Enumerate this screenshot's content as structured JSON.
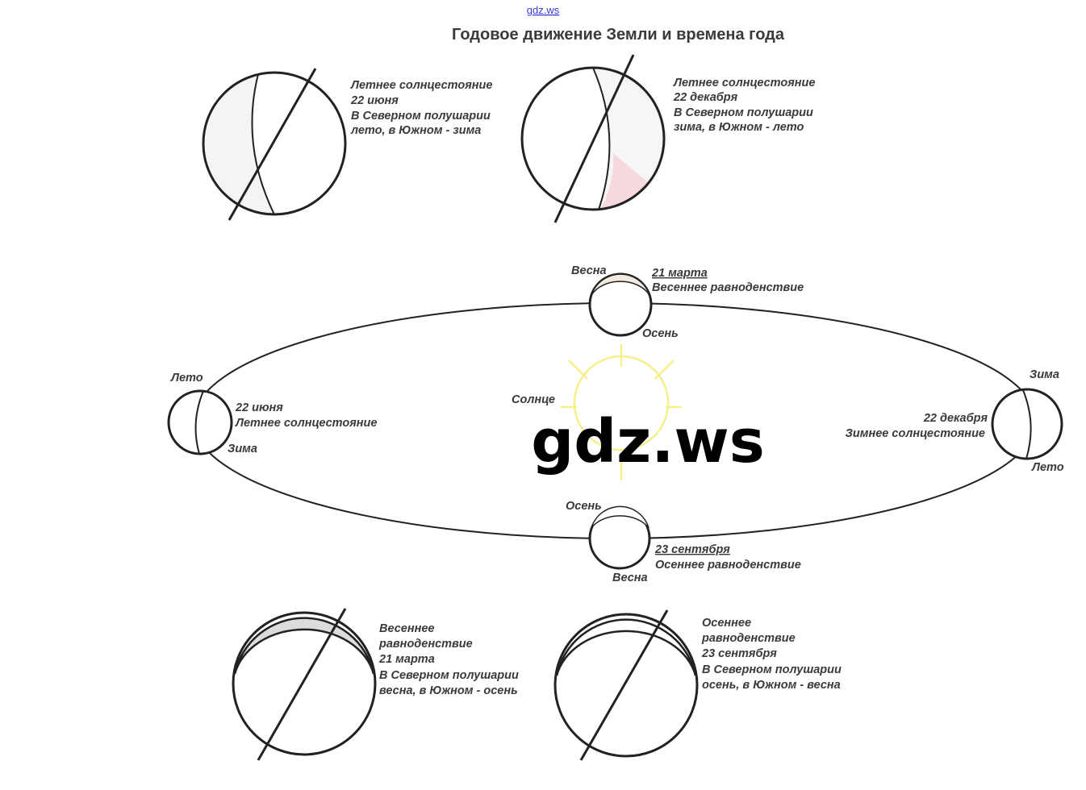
{
  "watermark_top": "gdz.ws",
  "title": "Годовое движение Земли и времена года",
  "top_left": [
    "Летнее солнцестояние",
    "22 июня",
    "В Северном полушарии",
    "лето, в Южном - зима"
  ],
  "top_right": [
    "Летнее солнцестояние",
    "22 декабря",
    "В Северном полушарии",
    "зима, в Южном - лето"
  ],
  "orbit": {
    "top": {
      "season_top": "Весна",
      "date": "21 марта",
      "name": "Весеннее равноденствие",
      "season_bottom": "Осень"
    },
    "left": {
      "season_top": "Лето",
      "date": "22 июня",
      "name": "Летнее солнцестояние",
      "season_bottom": "Зима"
    },
    "right": {
      "season_top": "Зима",
      "date": "22 декабря",
      "name": "Зимнее солнцестояние",
      "season_bottom": "Лето"
    },
    "bottom": {
      "season_top": "Осень",
      "date": "23 сентября",
      "name": "Осеннее равноденствие",
      "season_bottom": "Весна"
    },
    "sun": "Солнце"
  },
  "bottom_left": [
    "Весеннее",
    "равноденствие",
    "21 марта",
    "В Северном полушарии",
    "весна, в Южном - осень"
  ],
  "bottom_right": [
    "Осеннее",
    "равноденствие",
    "23 сентября",
    "В Северном полушарии",
    "осень, в Южном - весна"
  ],
  "watermark_center": "gdz.ws",
  "colors": {
    "sun": "#f5f08a",
    "highlight": "#f6d9dc",
    "shade": "#dcdcdc"
  }
}
